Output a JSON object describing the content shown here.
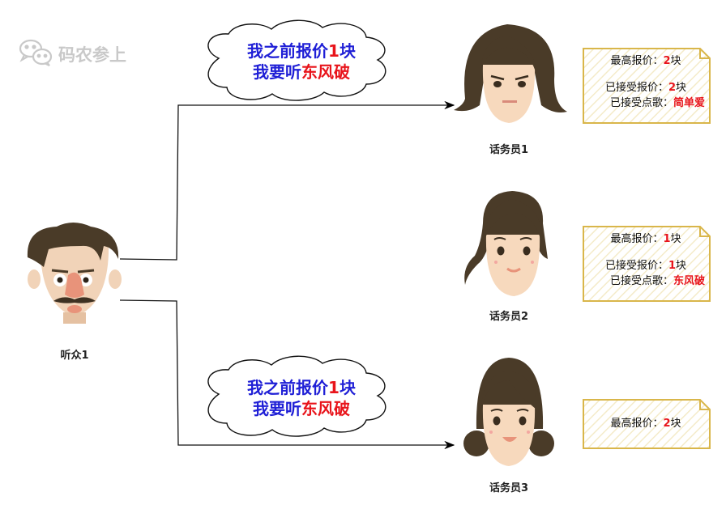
{
  "watermark": {
    "text": "码农参上"
  },
  "audience": {
    "name": "听众1"
  },
  "clouds": [
    {
      "line1_a": "我之前报价",
      "line1_num": "1",
      "line1_b": "块",
      "line2_a": "我要听",
      "line2_song": "东风破"
    },
    {
      "line1_a": "我之前报价",
      "line1_num": "1",
      "line1_b": "块",
      "line2_a": "我要听",
      "line2_song": "东风破"
    }
  ],
  "operators": [
    {
      "name": "话务员1",
      "note": {
        "max_label": "最高报价：",
        "max_value": "2",
        "max_unit": "块",
        "accepted_label": "已接受报价：",
        "accepted_value": "2",
        "accepted_unit": "块",
        "song_label": "已接受点歌：",
        "song_value": "简单爱"
      }
    },
    {
      "name": "话务员2",
      "note": {
        "max_label": "最高报价：",
        "max_value": "1",
        "max_unit": "块",
        "accepted_label": "已接受报价：",
        "accepted_value": "1",
        "accepted_unit": "块",
        "song_label": "已接受点歌：",
        "song_value": "东风破"
      }
    },
    {
      "name": "话务员3",
      "note": {
        "max_label": "最高报价：",
        "max_value": "2",
        "max_unit": "块"
      }
    }
  ],
  "colors": {
    "cloud_text": "#1f1fd6",
    "highlight": "#e8141b",
    "note_border": "#d9b64a",
    "hair": "#4a3b28",
    "skin": "#f7d9bd"
  }
}
